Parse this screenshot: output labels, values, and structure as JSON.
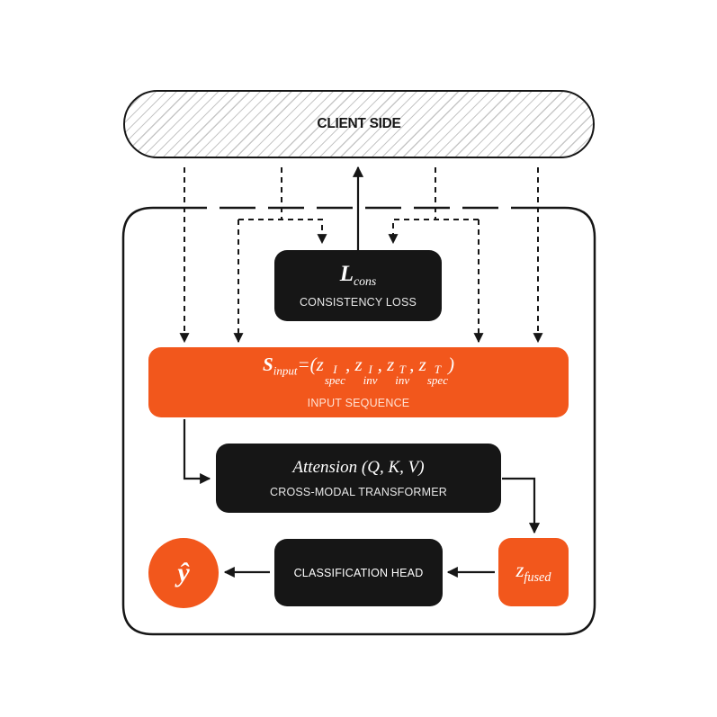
{
  "client": {
    "label": "CLIENT SIDE"
  },
  "consistency": {
    "symbol": "L",
    "symbol_sub": "cons",
    "caption": "CONSISTENCY LOSS"
  },
  "input_sequence": {
    "lhs": "S",
    "lhs_sub": "input",
    "open": "=(",
    "z": "z",
    "terms": [
      {
        "sup": "I",
        "sub": "spec"
      },
      {
        "sup": "I",
        "sub": "inv"
      },
      {
        "sup": "T",
        "sub": "inv"
      },
      {
        "sup": "T",
        "sub": "spec"
      }
    ],
    "sep": ", ",
    "close": ")",
    "caption": "INPUT SEQUENCE"
  },
  "attention": {
    "formula": "Attension (Q, K, V)",
    "caption": "CROSS-MODAL TRANSFORMER"
  },
  "classification": {
    "label": "CLASSIFICATION HEAD"
  },
  "fused": {
    "symbol": "z",
    "symbol_sub": "fused"
  },
  "output": {
    "symbol": "ŷ"
  },
  "colors": {
    "accent": "#f2571c",
    "dark": "#161616",
    "hatch": "#c7c7c7"
  }
}
